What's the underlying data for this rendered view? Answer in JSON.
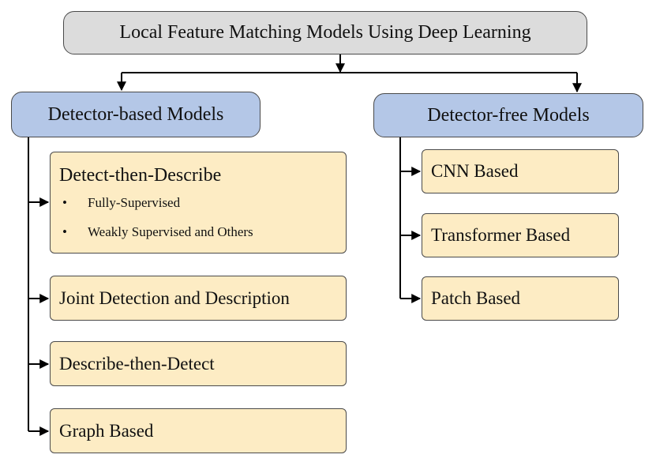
{
  "root": {
    "label": "Local Feature Matching Models Using Deep Learning"
  },
  "detector_based": {
    "label": "Detector-based Models",
    "children": {
      "detect_then_describe": {
        "label": "Detect-then-Describe",
        "bullets": [
          "Fully-Supervised",
          "Weakly Supervised and Others"
        ],
        "bullet_symbol": "•"
      },
      "joint": {
        "label": "Joint Detection and Description"
      },
      "describe_then_detect": {
        "label": "Describe-then-Detect"
      },
      "graph": {
        "label": "Graph Based"
      }
    }
  },
  "detector_free": {
    "label": "Detector-free Models",
    "children": {
      "cnn": {
        "label": "CNN Based"
      },
      "transformer": {
        "label": "Transformer Based"
      },
      "patch": {
        "label": "Patch Based"
      }
    }
  },
  "colors": {
    "root_fill": "#dcdcdc",
    "category_fill": "#b4c7e7",
    "leaf_fill": "#fdecc4",
    "border": "#4a4a4a",
    "connector": "#000000"
  }
}
